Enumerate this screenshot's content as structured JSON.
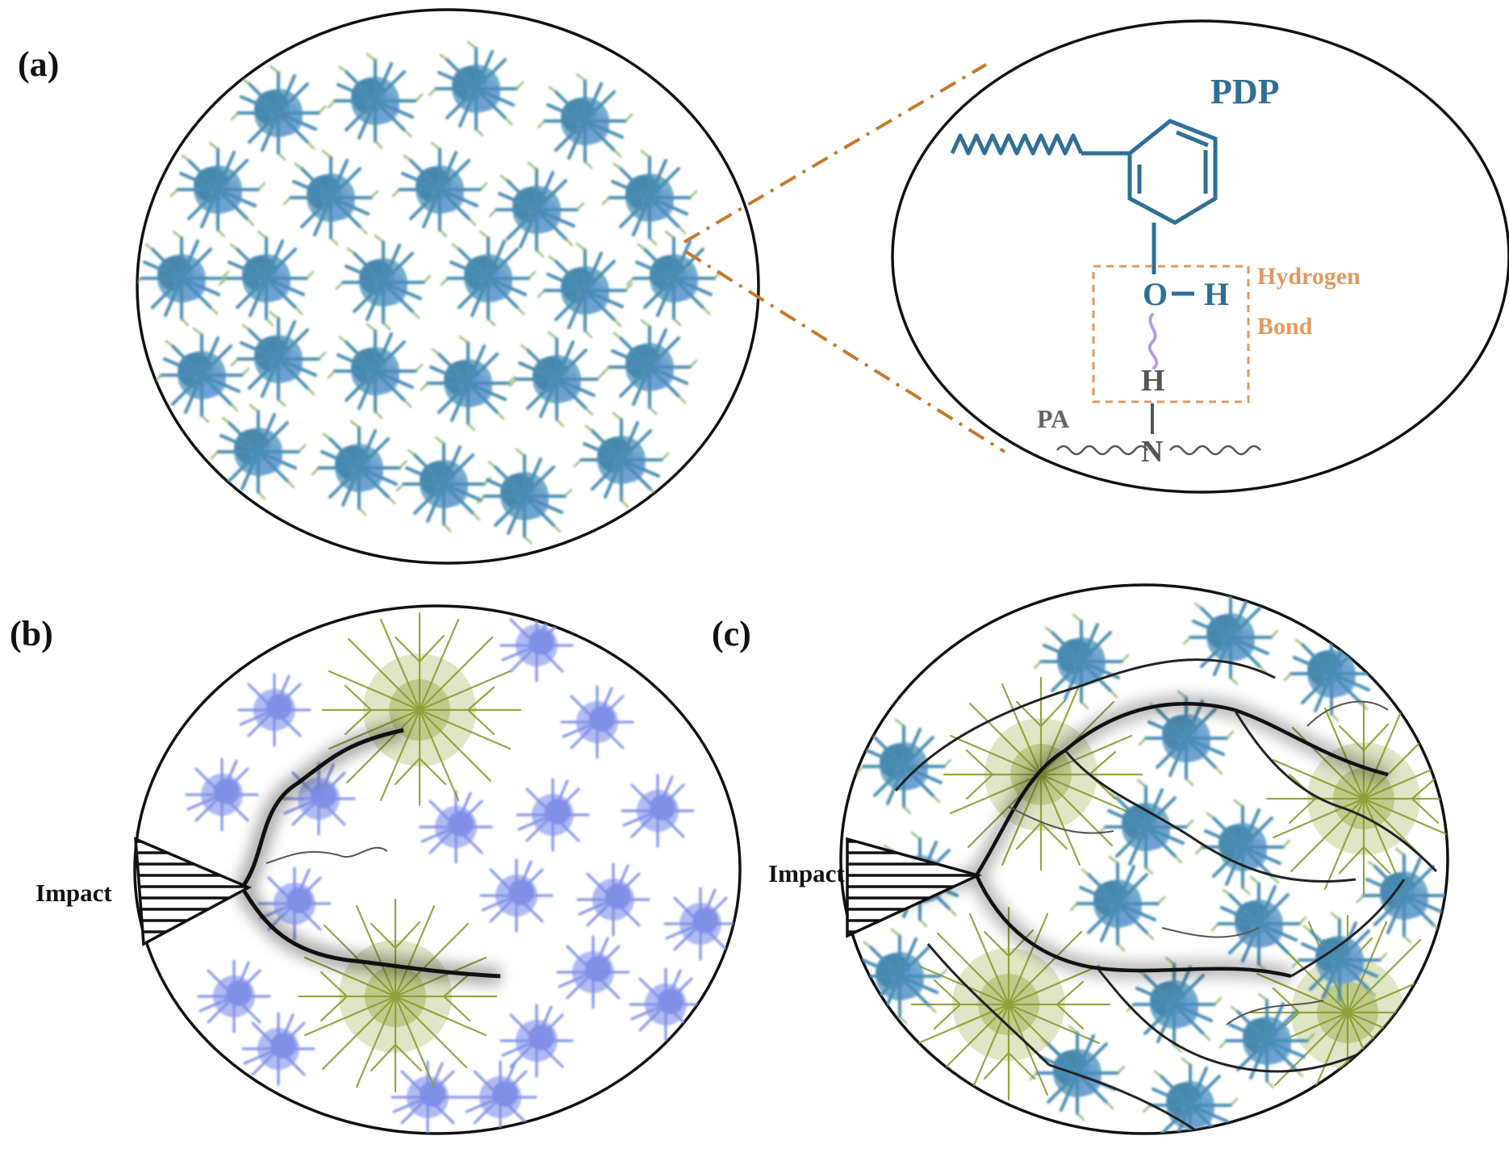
{
  "panels": {
    "a": {
      "label": "(a)"
    },
    "b": {
      "label": "(b)",
      "impact_label": "Impact"
    },
    "c": {
      "label": "(c)",
      "impact_label": "Impact"
    }
  },
  "molecule": {
    "title": "PDP",
    "oxygen": "O",
    "hydrogen_oh": "H",
    "hydrogen_nh": "H",
    "nitrogen": "N",
    "bond_label_line1": "Hydrogen",
    "bond_label_line2": "Bond",
    "polymer_label": "PA"
  },
  "colors": {
    "cluster_teal": "#4a8db3",
    "cluster_blue": "#7e8fe6",
    "cluster_olive": "#8fa23a",
    "molecule_blue": "#2f6f96",
    "bond_orange": "#e09a5e",
    "zoom_lines": "#c47a2c",
    "crack": "#111111"
  },
  "icons": {
    "cluster": "dendritic-cluster-icon",
    "crack": "crack-icon",
    "notch": "impact-notch-icon"
  }
}
